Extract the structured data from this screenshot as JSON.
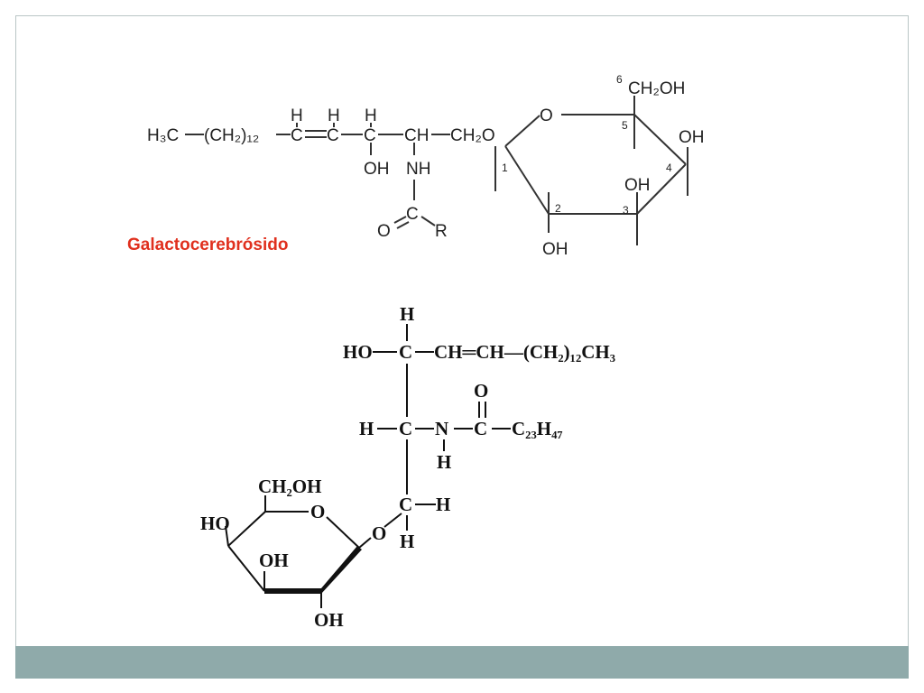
{
  "title": "Galactocerebrósido",
  "top": {
    "h3c": "H₃C",
    "ch2_12": "(CH₂)₁₂",
    "c1": "C",
    "c2": "C",
    "c3": "C",
    "ch": "CH",
    "ch2o": "CH₂O",
    "h1": "H",
    "h2": "H",
    "h3": "H",
    "oh": "OH",
    "nh": "NH",
    "carbonyl_o": "O",
    "carbonyl_c": "C",
    "r": "R",
    "ring_o": "O",
    "ch2oh": "CH₂OH",
    "oh4": "OH",
    "oh3": "OH",
    "oh2": "OH",
    "n1": "1",
    "n2": "2",
    "n3": "3",
    "n4": "4",
    "n5": "5",
    "n6": "6"
  },
  "bottom": {
    "h_top": "H",
    "ho": "HO",
    "c_a": "C",
    "chain": "CH═CH—(CH₂)₁₂CH₃",
    "carbonyl_o": "O",
    "h_left": "H",
    "c_b": "C",
    "n": "N",
    "c_c": "C",
    "c23h47": "C₂₃H₄₇",
    "h_n": "H",
    "ch2oh": "CH₂OH",
    "ring_o": "O",
    "c_d": "C",
    "h_right": "H",
    "glyco_o": "O",
    "h_bottom": "H",
    "ho_ring": "HO",
    "oh_mid": "OH",
    "oh_bottom": "OH"
  }
}
